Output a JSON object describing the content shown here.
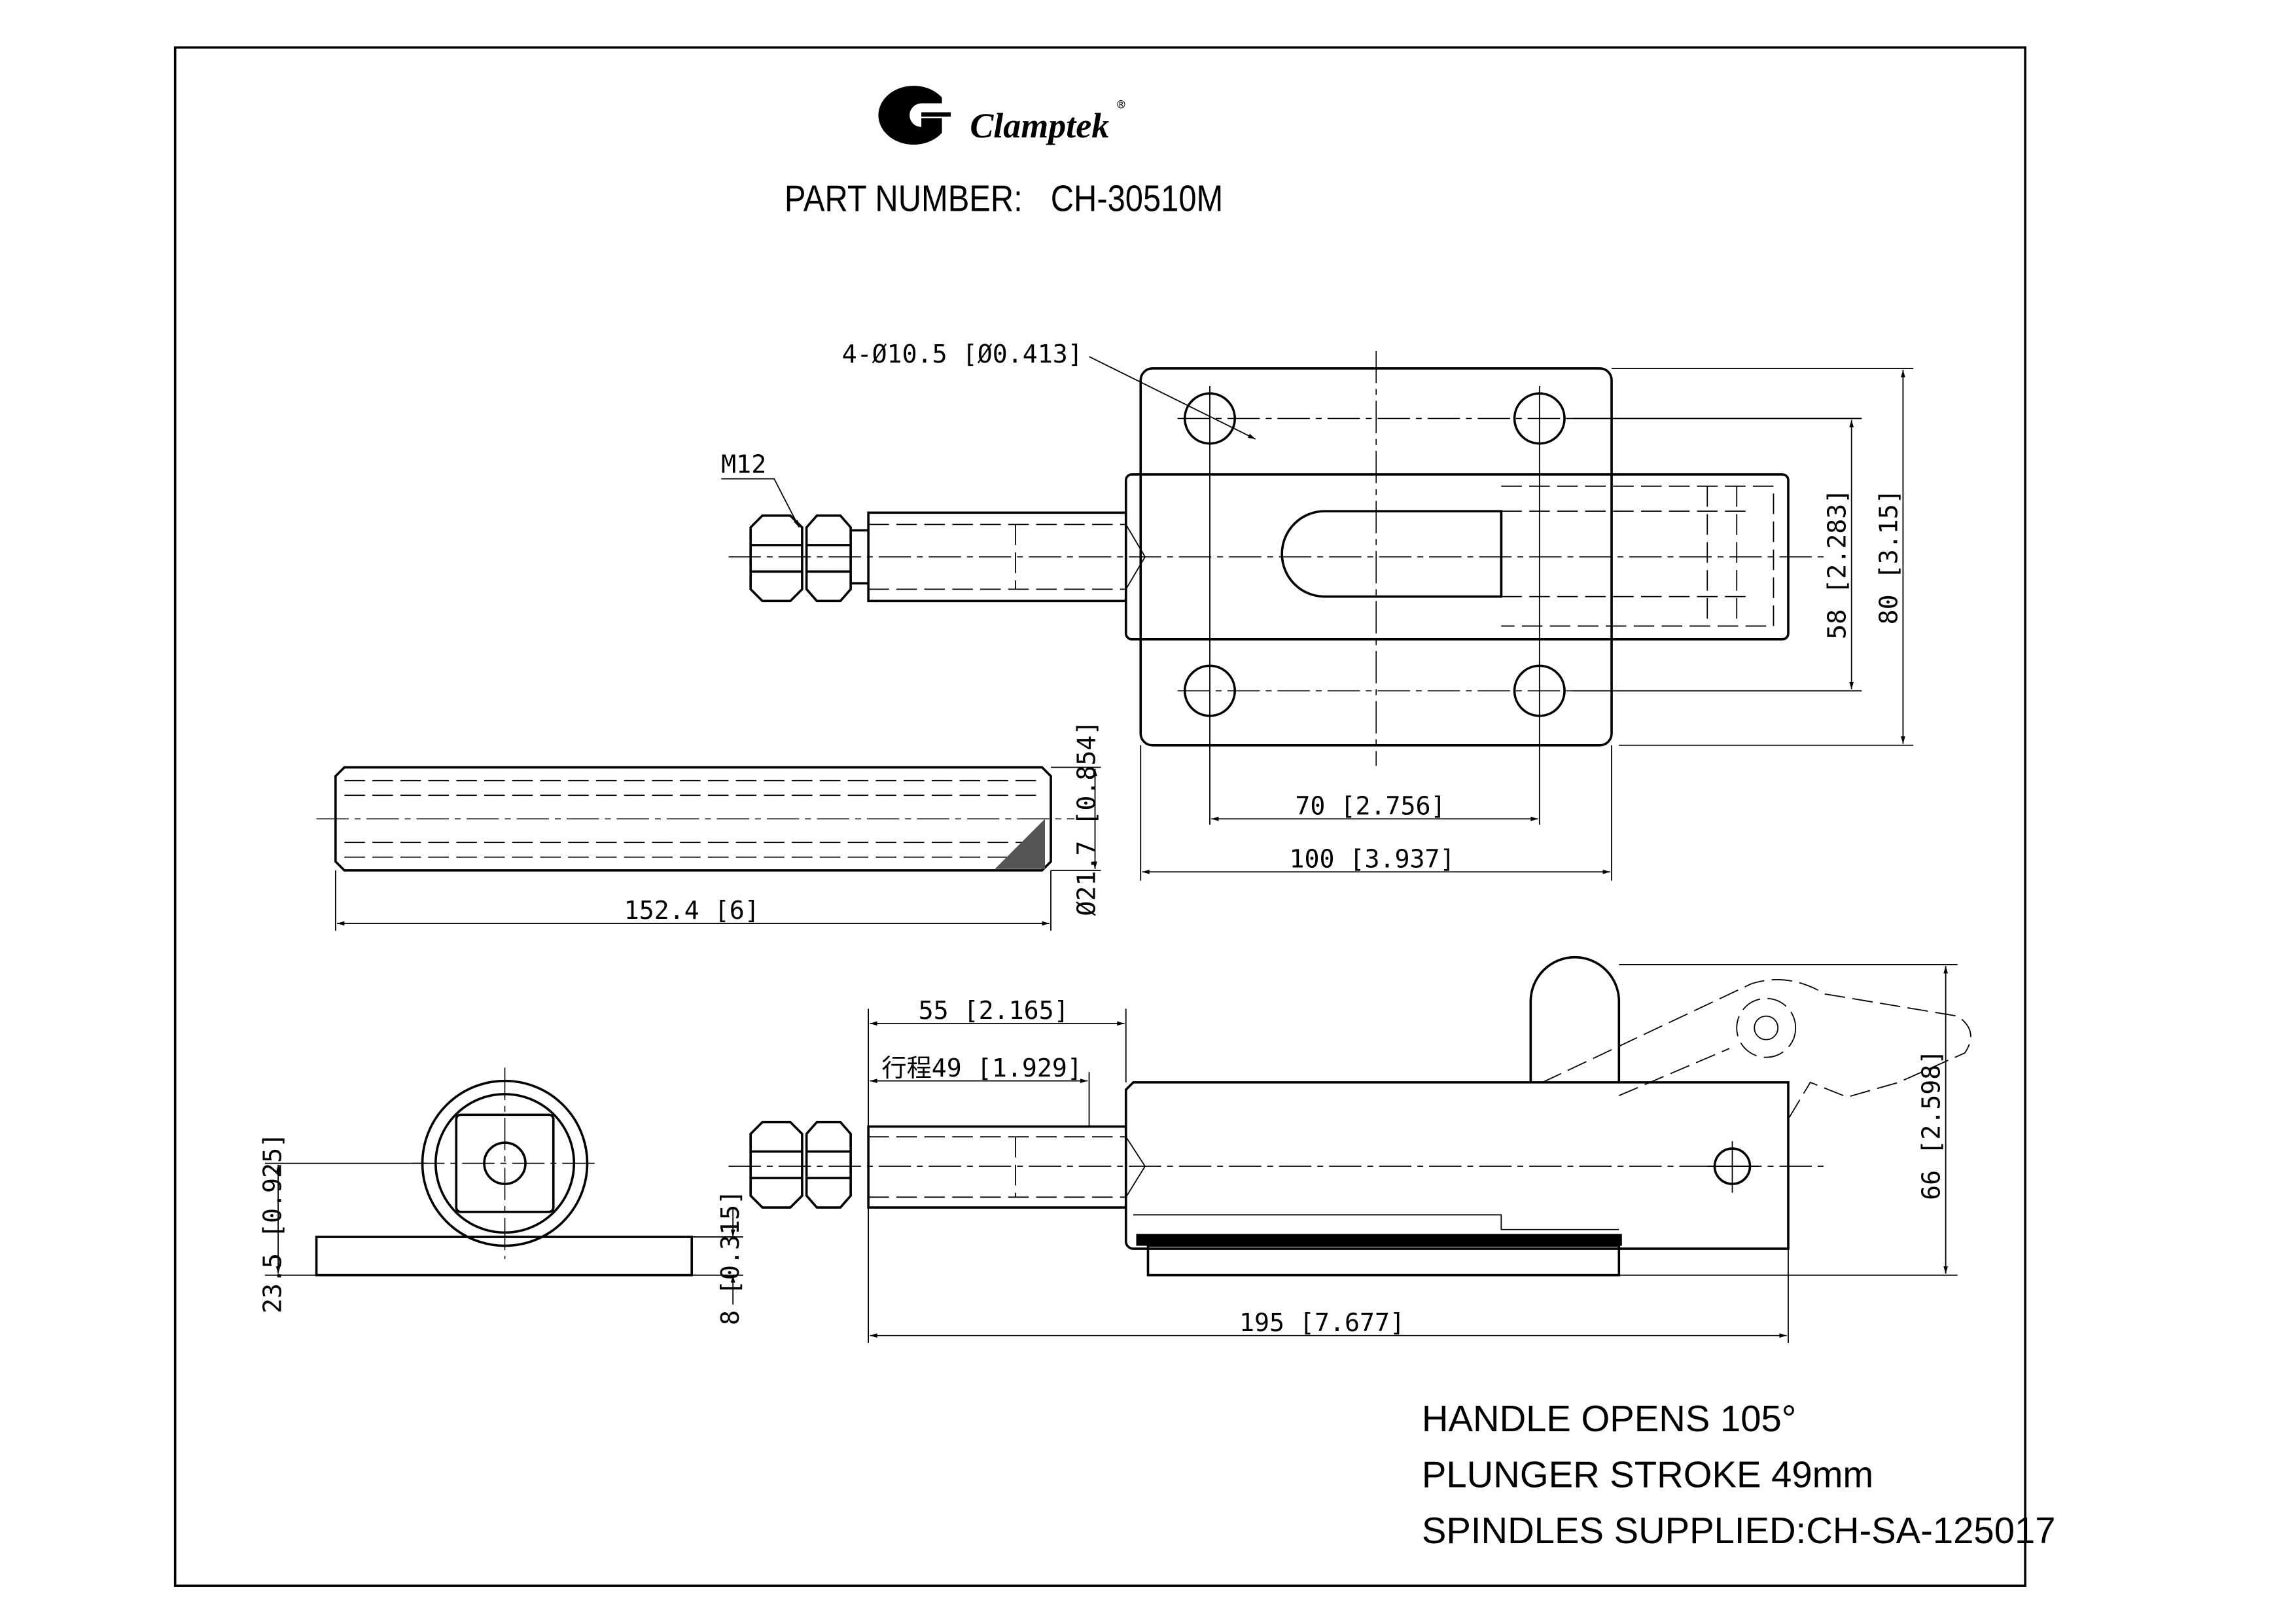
{
  "logo": {
    "brand": "Clamptek",
    "registered": "®"
  },
  "header": {
    "part_number_label": "PART NUMBER:",
    "part_number": "CH-30510M"
  },
  "top_view": {
    "hole_callout": "4-Ø10.5 [Ø0.413]",
    "thread": "M12",
    "dim_58": "58 [2.283]",
    "dim_80": "80 [3.15]",
    "dim_70": "70 [2.756]",
    "dim_100": "100 [3.937]"
  },
  "spindle": {
    "length": "152.4 [6]",
    "diameter": "Ø21.7 [0.854]"
  },
  "side_view": {
    "dim_55": "55 [2.165]",
    "dim_stroke": "行程49 [1.929]",
    "dim_195": "195 [7.677]",
    "dim_66": "66 [2.598]"
  },
  "end_view": {
    "dim_23_5": "23.5 [0.925]",
    "dim_8": "8 [0.315]"
  },
  "notes": [
    "HANDLE OPENS 105°",
    "PLUNGER STROKE 49mm",
    "SPINDLES SUPPLIED:CH-SA-125017"
  ]
}
